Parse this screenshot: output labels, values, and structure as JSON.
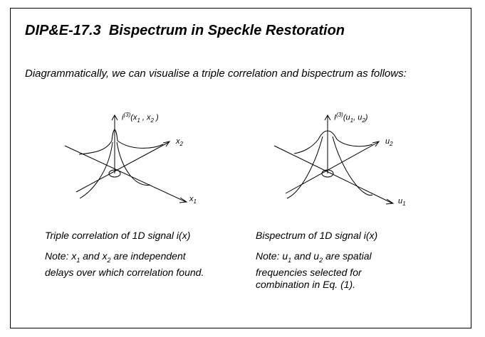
{
  "slide": {
    "title": "DIP&E-17.3  Bispectrum in Speckle Restoration",
    "intro": "Diagrammatically, we can visualise a triple correlation and bispectrum as follows:"
  },
  "left_panel": {
    "vertical_axis_label": {
      "name": "i",
      "sup": "(3)",
      "args_open": "(x",
      "sub1": "1",
      "mid": " , x",
      "sub2": "2",
      "close": " )"
    },
    "axis2_label": {
      "name": "x",
      "sub": "2"
    },
    "axis1_label": {
      "name": "x",
      "sub": "1"
    },
    "caption": "Triple correlation of 1D signal i(x)",
    "note": {
      "a": "Note: x",
      "sub1": "1",
      "b": " and x",
      "sub2": "2",
      "c": " are independent",
      "line2": "delays over which correlation found."
    }
  },
  "right_panel": {
    "vertical_axis_label": {
      "name": "I",
      "sup": "(3)",
      "args_open": "(u",
      "sub1": "1",
      "mid": ", u",
      "sub2": "2",
      "close": ")"
    },
    "axis2_label": {
      "name": "u",
      "sub": "2"
    },
    "axis1_label": {
      "name": "u",
      "sub": "1"
    },
    "caption": "Bispectrum of 1D signal i(x)",
    "note": {
      "a": "Note: u",
      "sub1": "1",
      "b": " and u",
      "sub2": "2",
      "c": " are spatial",
      "line2": "frequencies selected for",
      "line3": "combination in Eq. (1)."
    }
  }
}
